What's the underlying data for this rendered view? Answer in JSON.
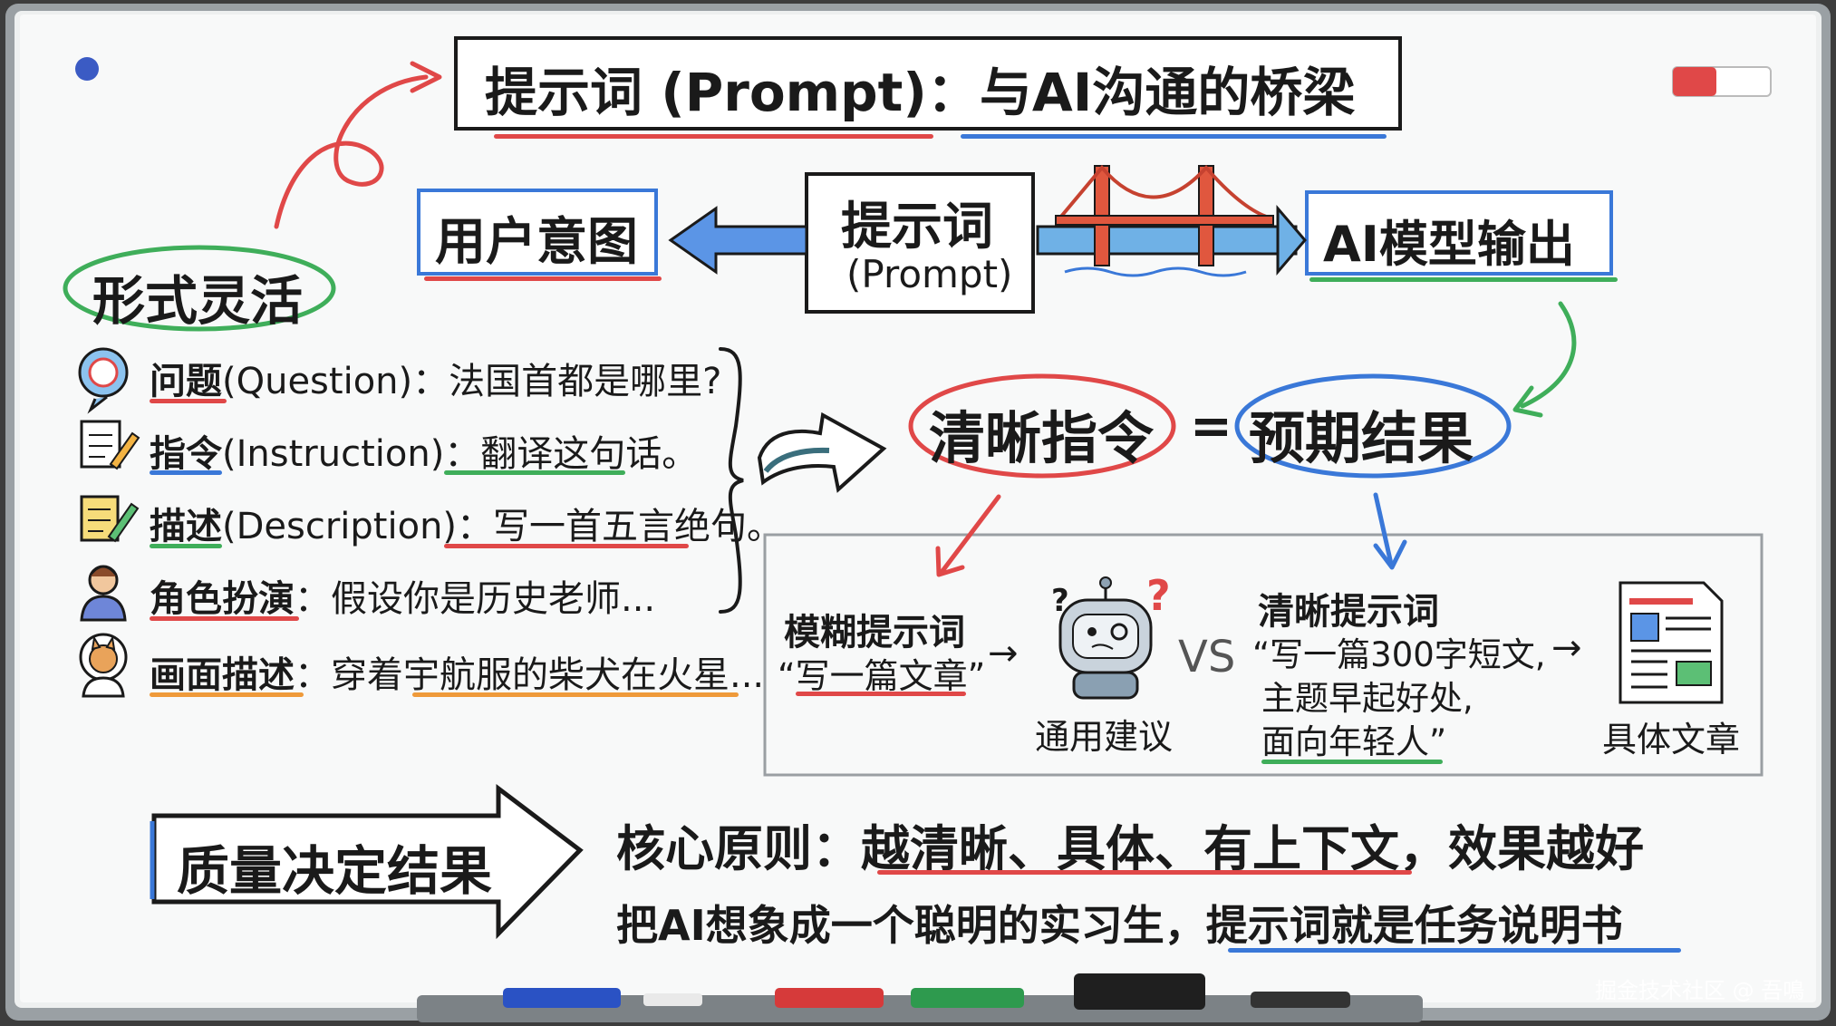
{
  "title": "提示词 (Prompt)：与AI沟通的桥梁",
  "flow": {
    "user_intent": "用户意图",
    "prompt_box_line1": "提示词",
    "prompt_box_line2": "(Prompt)",
    "ai_output": "AI模型输出"
  },
  "flexible_label": "形式灵活",
  "forms": [
    {
      "label": "问题",
      "paren": "(Question)：",
      "example": "法国首都是哪里?",
      "icon": "question-bubble-icon"
    },
    {
      "label": "指令",
      "paren": "(Instruction)：",
      "example": "翻译这句话。",
      "icon": "notepad-pencil-icon"
    },
    {
      "label": "描述",
      "paren": "(Description)：",
      "example": "写一首五言绝句。",
      "icon": "document-pencil-icon"
    },
    {
      "label": "角色扮演",
      "paren": "：",
      "example": "假设你是历史老师...",
      "icon": "teacher-avatar-icon"
    },
    {
      "label": "画面描述",
      "paren": "：",
      "example": "穿着宇航服的柴犬在火星...",
      "icon": "astronaut-dog-icon"
    }
  ],
  "equation": {
    "left": "清晰指令",
    "equals": "=",
    "right": "预期结果"
  },
  "comparison": {
    "vague_title": "模糊提示词",
    "vague_example": "“写一篇文章”",
    "vague_result": "通用建议",
    "vs": "VS",
    "clear_title": "清晰提示词",
    "clear_line1": "“写一篇300字短文,",
    "clear_line2": "主题早起好处,",
    "clear_line3": "面向年轻人”",
    "clear_result": "具体文章",
    "arrow": "→"
  },
  "quality_label": "质量决定结果",
  "core_principle": {
    "prefix": "核心原则：",
    "body": "越清晰、具体、有上下文，效果越好"
  },
  "analogy": {
    "prefix": "把AI想象成一个聪明的实习生，",
    "body": "提示词就是任务说明书"
  },
  "watermark": "掘金技术社区 @ 吾鳴",
  "colors": {
    "red": "#e04848",
    "blue": "#3a78d8",
    "green": "#3fae5a",
    "orange": "#ef9a3a",
    "board": "#f7f8f8",
    "frame": "#8a8f93"
  }
}
